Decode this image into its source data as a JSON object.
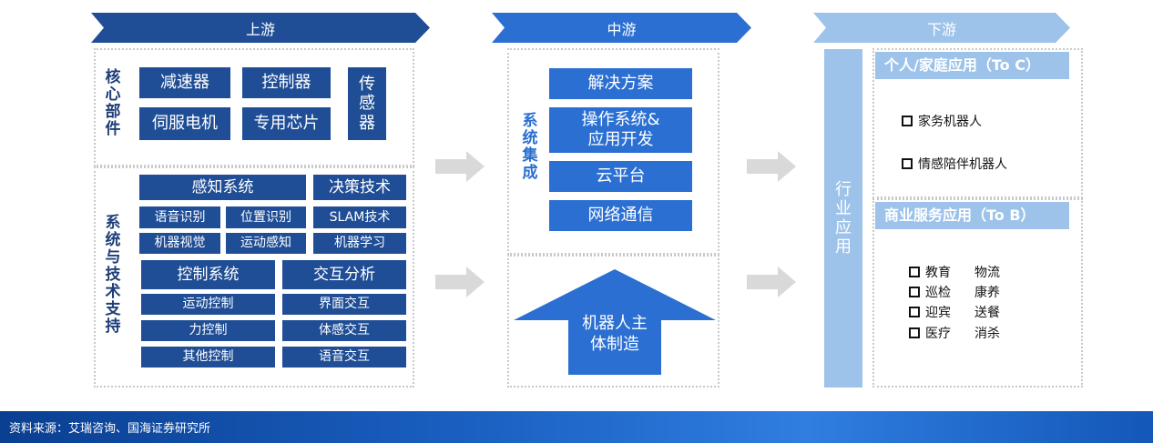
{
  "headers": {
    "upstream": "上游",
    "midstream": "中游",
    "downstream": "下游"
  },
  "upstream": {
    "core_label": "核心部件",
    "core": {
      "reducer": "减速器",
      "controller": "控制器",
      "sensor": "传感器",
      "servo": "伺服电机",
      "chip": "专用芯片"
    },
    "support_label": "系统与技术支持",
    "perception": "感知系统",
    "decision": "决策技术",
    "speech_recognition": "语音识别",
    "position_recognition": "位置识别",
    "slam": "SLAM技术",
    "machine_vision": "机器视觉",
    "motion_perception": "运动感知",
    "machine_learning": "机器学习",
    "control_system": "控制系统",
    "interaction_analysis": "交互分析",
    "motion_control": "运动控制",
    "ui_interaction": "界面交互",
    "force_control": "力控制",
    "somatosensory": "体感交互",
    "other_control": "其他控制",
    "voice_interaction": "语音交互"
  },
  "midstream": {
    "integration_label": "系统集成",
    "solutions": "解决方案",
    "os_line1": "操作系统&",
    "os_line2": "应用开发",
    "cloud": "云平台",
    "network": "网络通信",
    "manufacture_line1": "机器人主",
    "manufacture_line2": "体制造"
  },
  "downstream": {
    "industry_label": "行业应用",
    "toc_title": "个人/家庭应用（To C）",
    "toc_items": [
      "家务机器人",
      "情感陪伴机器人"
    ],
    "tob_title": "商业服务应用（To B）",
    "tob_rows": [
      [
        "教育",
        "物流"
      ],
      [
        "巡检",
        "康养"
      ],
      [
        "迎宾",
        "送餐"
      ],
      [
        "医疗",
        "消杀"
      ]
    ]
  },
  "footer": {
    "source": "资料来源：艾瑞咨询、国海证券研究所"
  },
  "colors": {
    "dark_blue": "#1f4e96",
    "header_blue": "#1f4e96",
    "mid_blue": "#2a6fd1",
    "light_blue": "#9dc3ea",
    "gray_arrow": "#d9d9d9"
  }
}
